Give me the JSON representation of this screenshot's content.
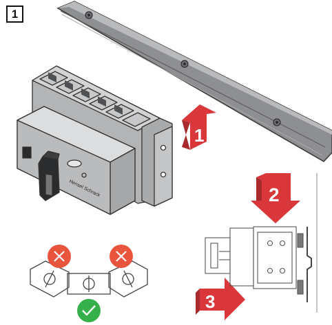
{
  "step_box": {
    "label": "1"
  },
  "arrows": [
    {
      "label": "1",
      "direction": "up",
      "color": "#d9373a"
    },
    {
      "label": "2",
      "direction": "down",
      "color": "#d9373a"
    },
    {
      "label": "3",
      "direction": "right",
      "color": "#d9373a"
    }
  ],
  "switch_housing": {
    "brand_logo_text": "",
    "brand_text": "Hensel Schrack"
  },
  "status_icons": [
    {
      "name": "invalid-left",
      "color": "#e8553c",
      "symbol": "cross"
    },
    {
      "name": "valid-center",
      "color": "#36b04a",
      "symbol": "check"
    },
    {
      "name": "invalid-right",
      "color": "#e8553c",
      "symbol": "cross"
    }
  ],
  "colors": {
    "rail": "#8e8f91",
    "housing": "#b7b8ba",
    "arrow": "#d9373a"
  }
}
